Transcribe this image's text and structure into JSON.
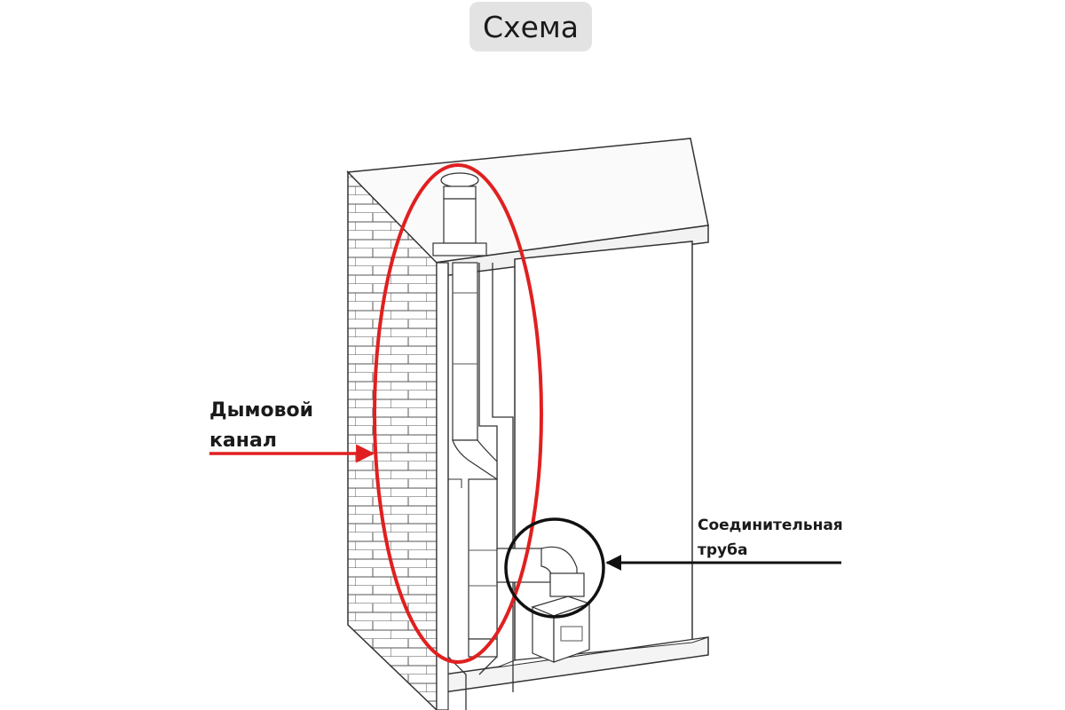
{
  "title": "Схема",
  "labels": {
    "chimney": {
      "line1": "Дымовой",
      "line2": "канал",
      "color": "#e02020"
    },
    "connector": {
      "line1": "Соединительная",
      "line2": "труба",
      "color": "#111111"
    }
  },
  "colors": {
    "highlight_red": "#e02020",
    "line": "#333333",
    "title_bg": "#e3e3e3"
  }
}
